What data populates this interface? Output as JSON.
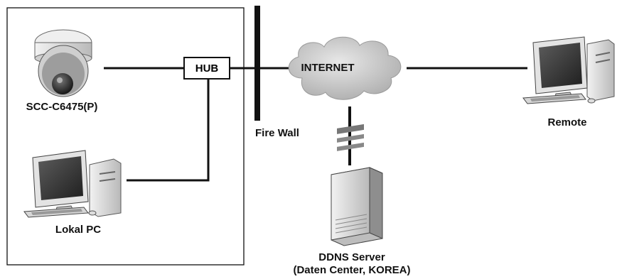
{
  "labels": {
    "camera": "SCC-C6475(P)",
    "hub": "HUB",
    "internet": "INTERNET",
    "firewall": "Fire Wall",
    "remote": "Remote",
    "local_pc": "Lokal PC",
    "ddns_line1": "DDNS Server",
    "ddns_line2": "(Daten Center, KOREA)"
  },
  "icons": {
    "camera": "dome-camera-icon",
    "local_pc": "desktop-computer-icon",
    "remote": "desktop-computer-icon",
    "server": "tower-server-icon",
    "cloud": "cloud-icon"
  },
  "colors": {
    "line": "#111111",
    "device_fill": "#d9d9d9",
    "device_dark": "#8a8a8a",
    "cloud_fill": "#c4c4c4"
  }
}
